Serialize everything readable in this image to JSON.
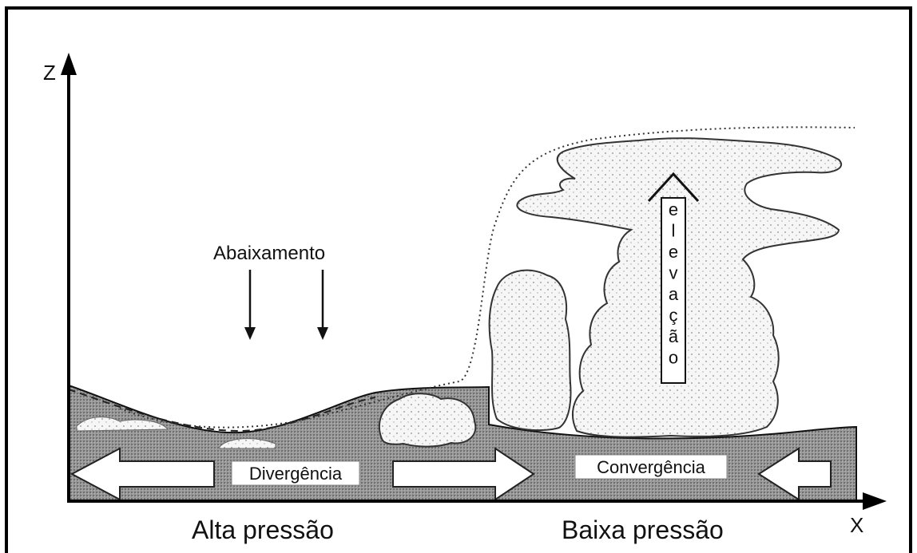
{
  "axes": {
    "z_label": "Z",
    "x_label": "X"
  },
  "labels": {
    "subsidence": "Abaixamento",
    "divergence": "Divergência",
    "convergence": "Convergência",
    "high_pressure": "Alta pressão",
    "low_pressure": "Baixa pressão",
    "uplift_letters": [
      "e",
      "l",
      "e",
      "v",
      "a",
      "ç",
      "ã",
      "o"
    ]
  },
  "colors": {
    "frame": "#000000",
    "ground": "#8e8e8e",
    "cloud": "#f4f4f4",
    "arrow": "#ffffff"
  }
}
